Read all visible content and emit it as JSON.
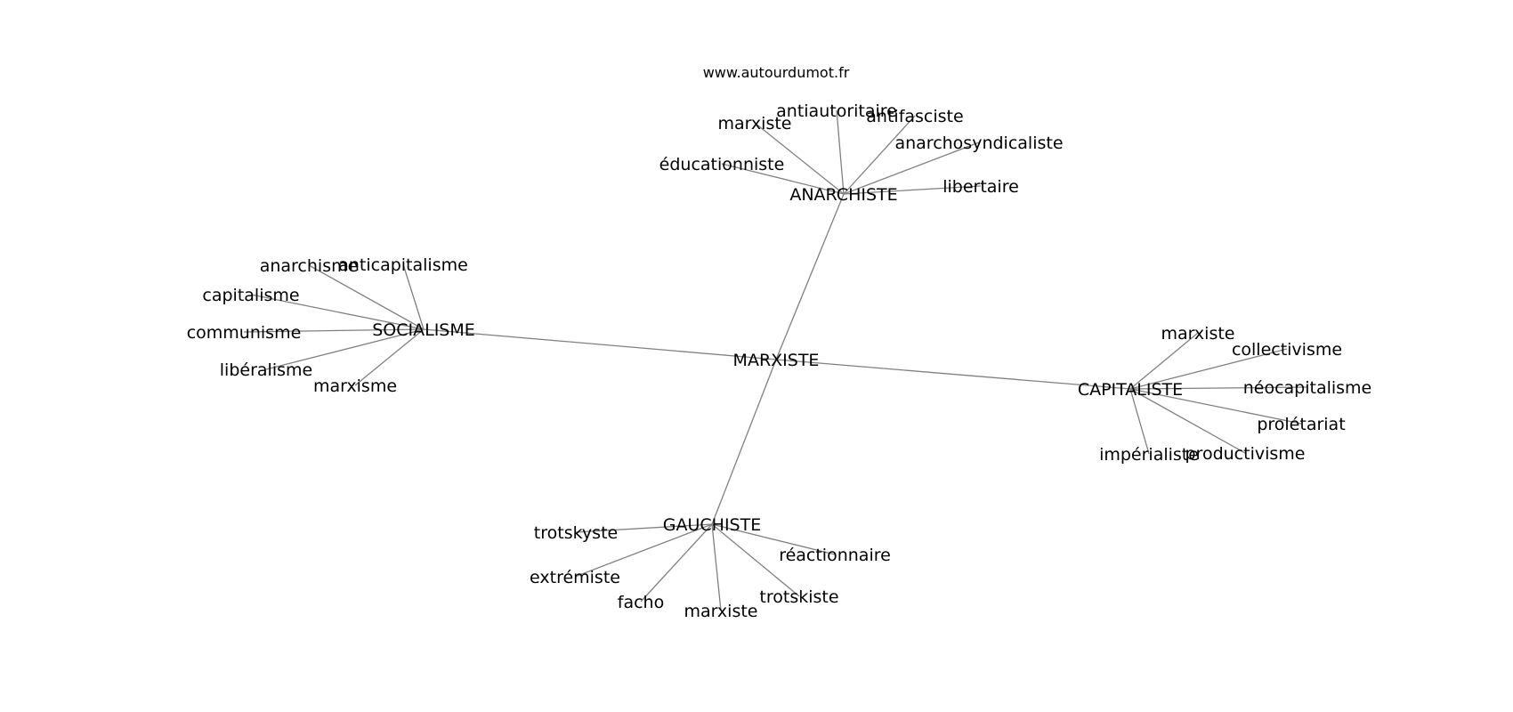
{
  "site": "www.autourdumot.fr",
  "graph": {
    "center": "MARXISTE",
    "branches": [
      {
        "hub": "ANARCHISTE",
        "leaves": [
          "marxiste",
          "antiautoritaire",
          "antifasciste",
          "anarchosyndicaliste",
          "éducationniste",
          "libertaire"
        ]
      },
      {
        "hub": "SOCIALISME",
        "leaves": [
          "anarchisme",
          "anticapitalisme",
          "capitalisme",
          "communisme",
          "libéralisme",
          "marxisme"
        ]
      },
      {
        "hub": "CAPITALISTE",
        "leaves": [
          "marxiste",
          "collectivisme",
          "néocapitalisme",
          "prolétariat",
          "impérialiste",
          "productivisme"
        ]
      },
      {
        "hub": "GAUCHISTE",
        "leaves": [
          "trotskyste",
          "réactionnaire",
          "extrémiste",
          "facho",
          "marxiste",
          "trotskiste"
        ]
      }
    ]
  }
}
